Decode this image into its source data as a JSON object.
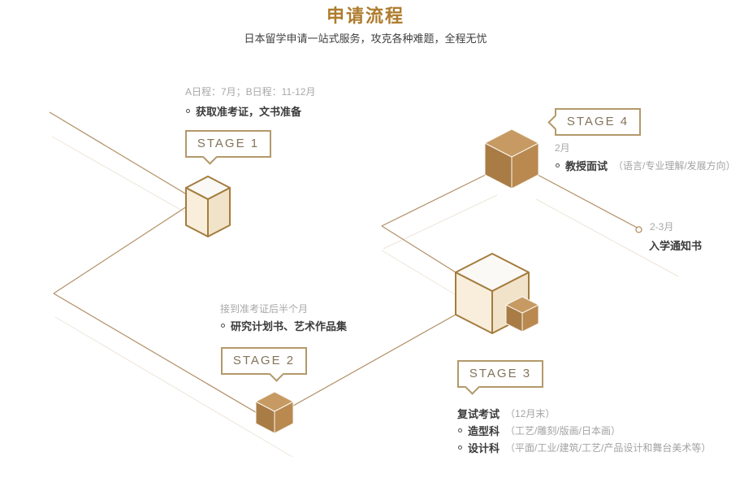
{
  "header": {
    "title": "申请流程",
    "subtitle": "日本留学申请一站式服务，攻克各种难题，全程无忧"
  },
  "stage1": {
    "label": "STAGE 1",
    "period": "A日程：7月；B日程：11-12月",
    "item": "获取准考证，文书准备"
  },
  "stage2": {
    "label": "STAGE 2",
    "period": "接到准考证后半个月",
    "item": "研究计划书、艺术作品集"
  },
  "stage3": {
    "label": "STAGE 3",
    "heading": "复试考试",
    "heading_note": "（12月末）",
    "items": [
      {
        "name": "造型科",
        "note": "（工艺/雕刻/版画/日本画）"
      },
      {
        "name": "设计科",
        "note": "（平面/工业/建筑/工艺/产品设计和舞台美术等）"
      }
    ]
  },
  "stage4": {
    "label": "STAGE 4",
    "period": "2月",
    "item": "教授面试",
    "item_note": "（语言/专业理解/发展方向）"
  },
  "result": {
    "period": "2-3月",
    "label": "入学通知书"
  },
  "colors": {
    "accent_gold": "#ae7c2c",
    "box_border": "#b3996a",
    "box_text": "#83735a",
    "flow_line": "#b18f66",
    "ghost_line": "#ede5d9",
    "cube_outline": "#a47c3e",
    "cube_light_top": "#faf9f6",
    "cube_light_left": "#f8eedb",
    "cube_light_right": "#f1e3c9",
    "cube_solid_top": "#c79a63",
    "cube_solid_left": "#a97c46",
    "cube_solid_right": "#b98950",
    "text_dark": "#3b3b3b",
    "text_gray": "#a8a8a8"
  }
}
